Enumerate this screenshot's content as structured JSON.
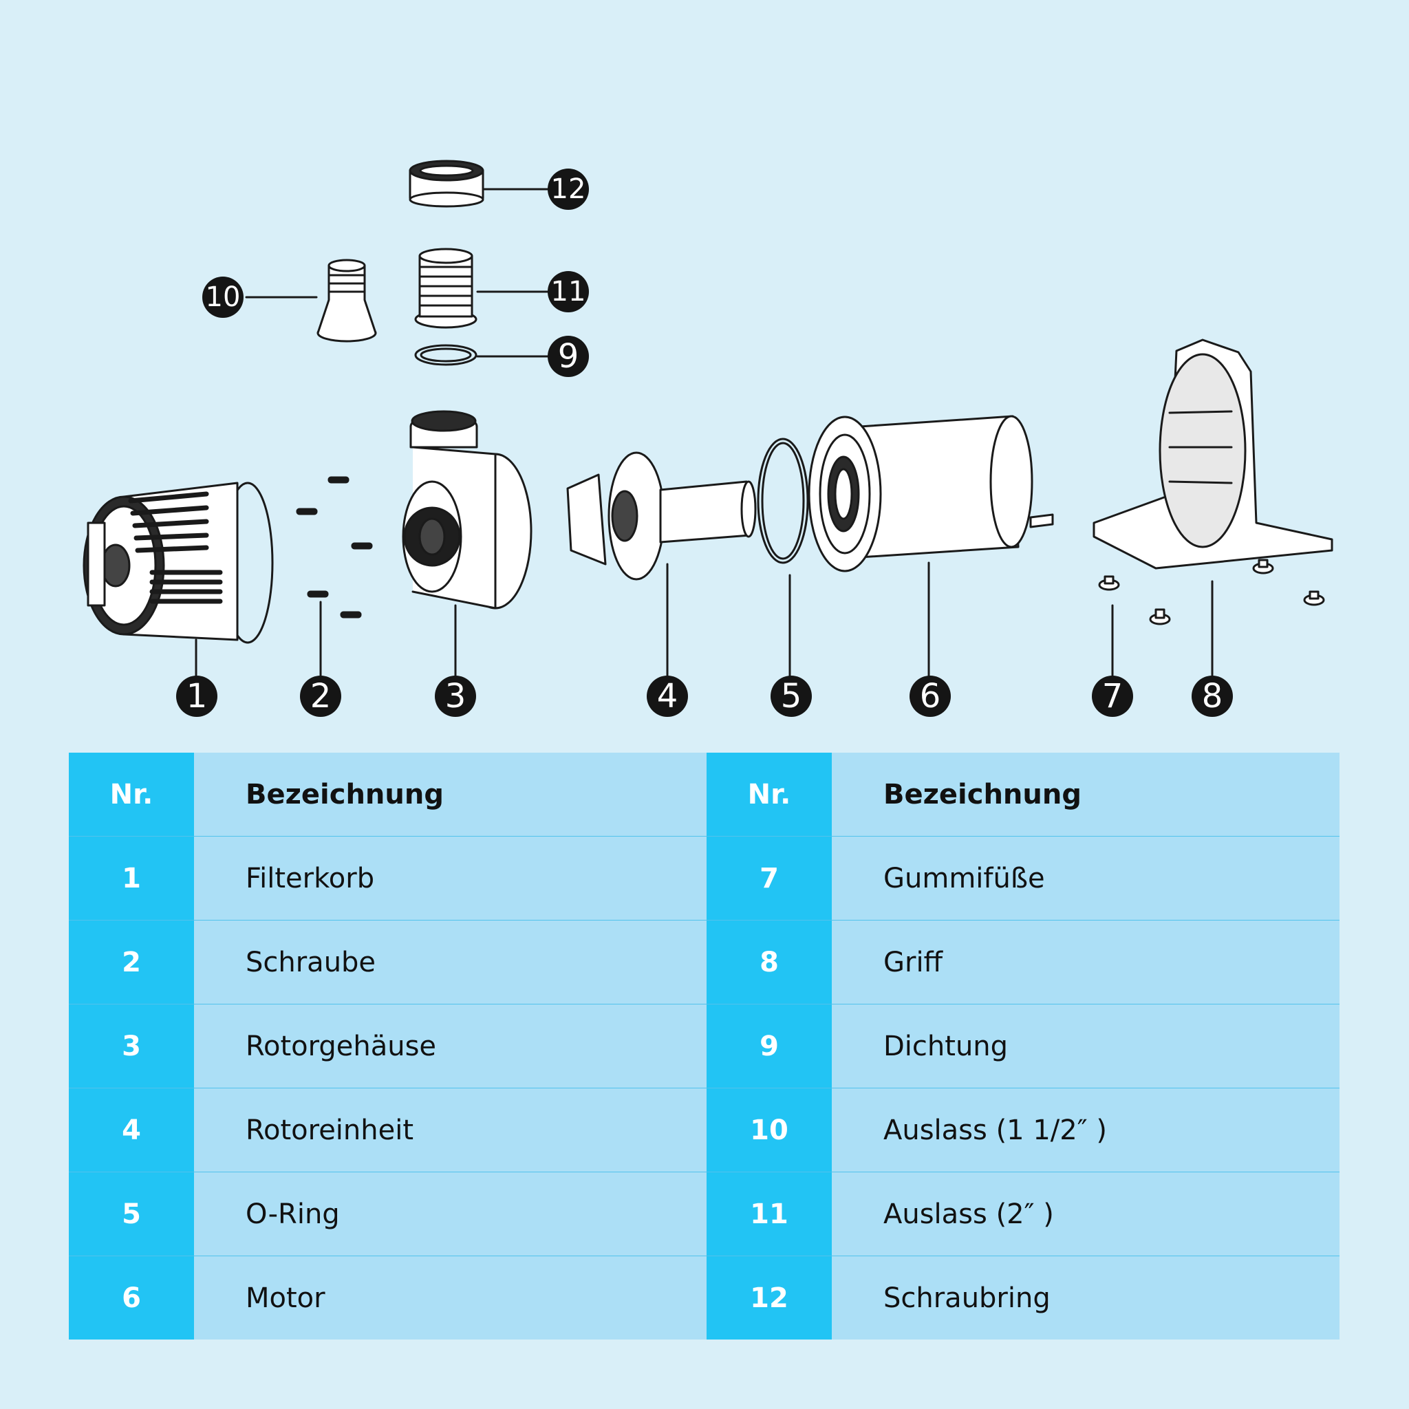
{
  "callouts": [
    "1",
    "2",
    "3",
    "4",
    "5",
    "6",
    "7",
    "8",
    "9",
    "10",
    "11",
    "12"
  ],
  "table": {
    "headers": {
      "nr": "Nr.",
      "name": "Bezeichnung"
    },
    "rows": [
      {
        "left": {
          "nr": "1",
          "name": "Filterkorb"
        },
        "right": {
          "nr": "7",
          "name": "Gummifüße"
        }
      },
      {
        "left": {
          "nr": "2",
          "name": "Schraube"
        },
        "right": {
          "nr": "8",
          "name": "Griff"
        }
      },
      {
        "left": {
          "nr": "3",
          "name": "Rotorgehäuse"
        },
        "right": {
          "nr": "9",
          "name": "Dichtung"
        }
      },
      {
        "left": {
          "nr": "4",
          "name": "Rotoreinheit"
        },
        "right": {
          "nr": "10",
          "name": "Auslass (1 1/2″ )"
        }
      },
      {
        "left": {
          "nr": "5",
          "name": "O-Ring"
        },
        "right": {
          "nr": "11",
          "name": "Auslass (2″ )"
        }
      },
      {
        "left": {
          "nr": "6",
          "name": "Motor"
        },
        "right": {
          "nr": "12",
          "name": "Schraubring"
        }
      }
    ]
  },
  "colors": {
    "background": "#d9eff8",
    "nr_cell": "#22c4f4",
    "name_cell": "#acdff6",
    "line": "#1a1a1a"
  }
}
